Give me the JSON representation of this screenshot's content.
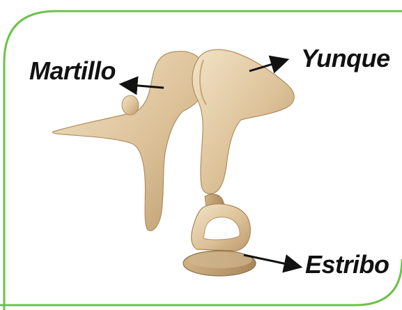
{
  "labels": {
    "malleus": "Martillo",
    "incus": "Yunque",
    "stapes": "Estribo"
  },
  "colors": {
    "frame_border": "#6cc24a",
    "bone_light": "#e9d6b4",
    "bone_mid": "#d9bf93",
    "bone_dark": "#b99769",
    "arrow": "#111111",
    "text": "#111111"
  }
}
